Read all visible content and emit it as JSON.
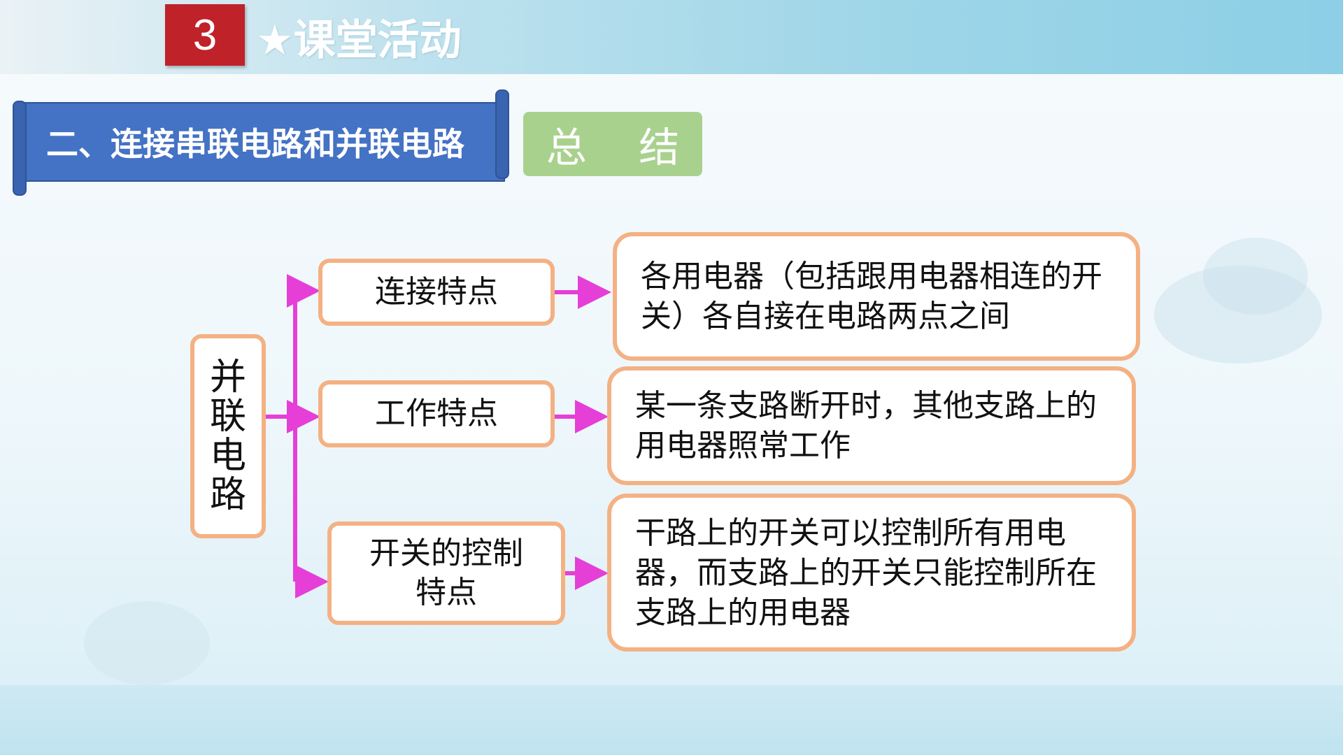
{
  "header": {
    "number": "3",
    "title": "★课堂活动"
  },
  "banner": {
    "title": "二、连接串联电路和并联电路",
    "badge": "总 结"
  },
  "diagram": {
    "root": "并联电路",
    "branches": [
      {
        "label": "连接特点",
        "description": "各用电器（包括跟用电器相连的开关）各自接在电路两点之间"
      },
      {
        "label": "工作特点",
        "description": "某一条支路断开时，其他支路上的用电器照常工作"
      },
      {
        "label": "开关的控制特点",
        "description": "干路上的开关可以控制所有用电器，而支路上的开关只能控制所在支路上的用电器"
      }
    ]
  },
  "colors": {
    "accent_red": "#c0222a",
    "banner_blue": "#4472c4",
    "badge_green": "#a9d18e",
    "box_border_orange": "#f4b183",
    "arrow_magenta": "#e53fd8"
  }
}
